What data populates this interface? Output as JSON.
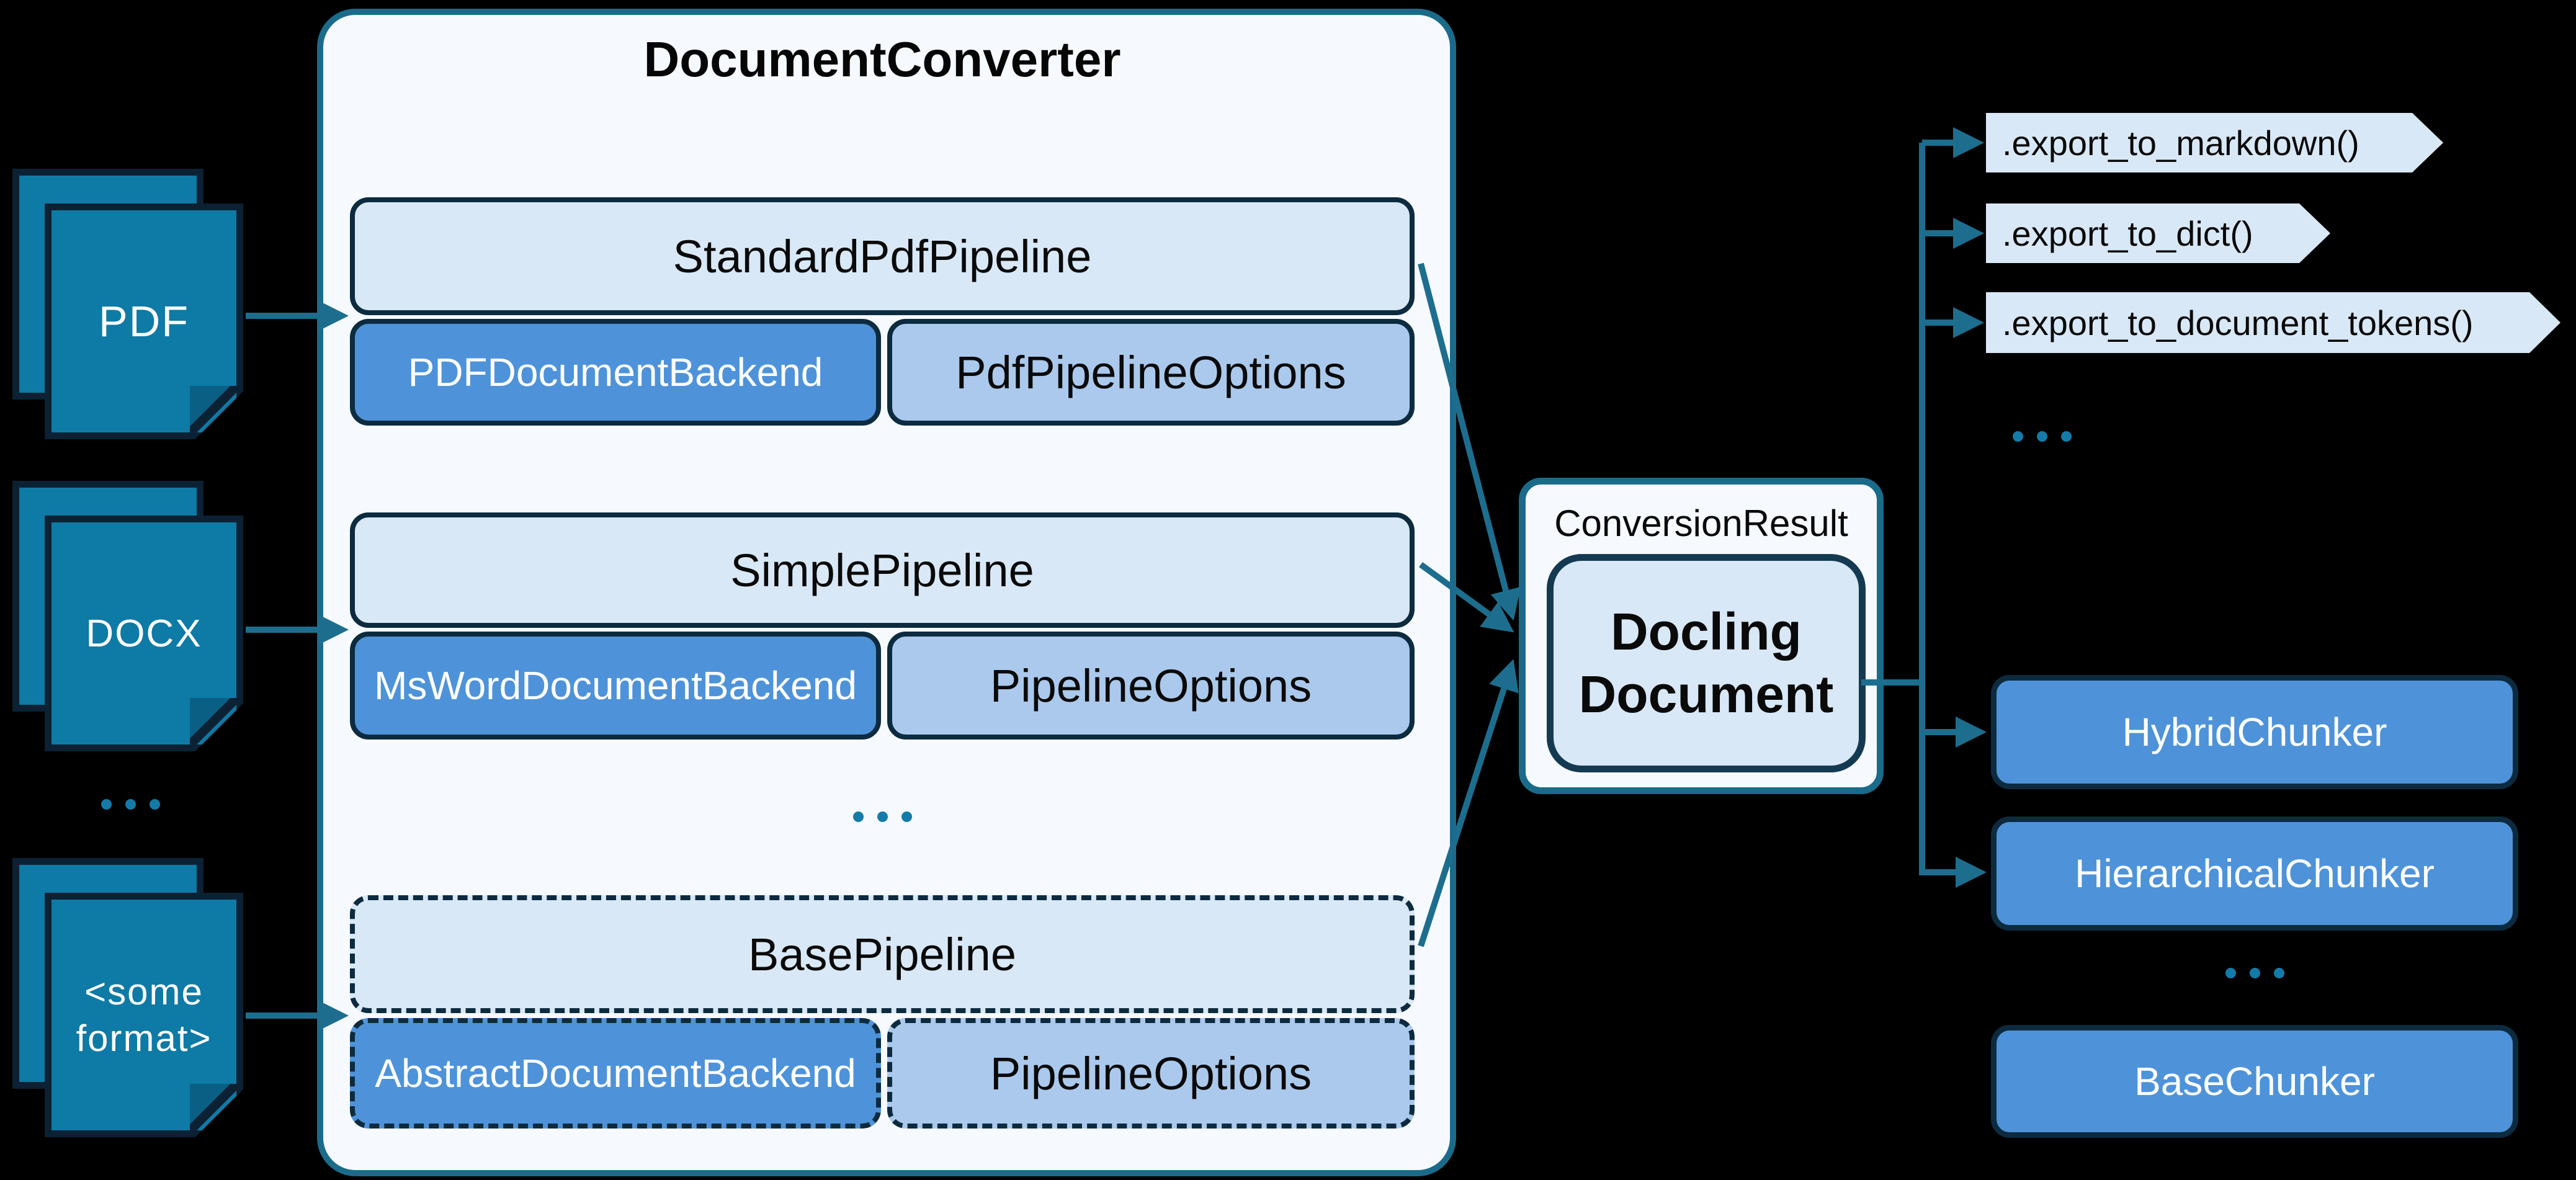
{
  "inputs": {
    "pdf": "PDF",
    "docx": "DOCX",
    "other_line1": "<some",
    "other_line2": "format>",
    "ellipsis": "..."
  },
  "converter": {
    "title": "DocumentConverter",
    "rows": [
      {
        "pipeline": "StandardPdfPipeline",
        "backend": "PDFDocumentBackend",
        "options": "PdfPipelineOptions"
      },
      {
        "pipeline": "SimplePipeline",
        "backend": "MsWordDocumentBackend",
        "options": "PipelineOptions"
      },
      {
        "pipeline": "BasePipeline",
        "backend": "AbstractDocumentBackend",
        "options": "PipelineOptions"
      }
    ],
    "ellipsis": "..."
  },
  "result": {
    "label": "ConversionResult",
    "doc_line1": "Docling",
    "doc_line2": "Document"
  },
  "exports": {
    "items": [
      ".export_to_markdown()",
      ".export_to_dict()",
      ".export_to_document_tokens()"
    ],
    "ellipsis": "..."
  },
  "chunkers": {
    "items": [
      "HybridChunker",
      "HierarchicalChunker",
      "BaseChunker"
    ],
    "ellipsis": "..."
  },
  "colors": {
    "background": "#000000",
    "panel_bg": "#f6f9fd",
    "panel_border": "#1a6b8a",
    "box_light_blue": "#d9e8f6",
    "box_mid_blue": "#4e93d9",
    "box_pale_blue": "#abc9ec",
    "box_border_dark": "#0d2b3f",
    "icon_teal": "#0e7aa6",
    "icon_border": "#0c2133",
    "connector_teal": "#1d6e8e",
    "ellipsis_teal": "#147ba8"
  }
}
